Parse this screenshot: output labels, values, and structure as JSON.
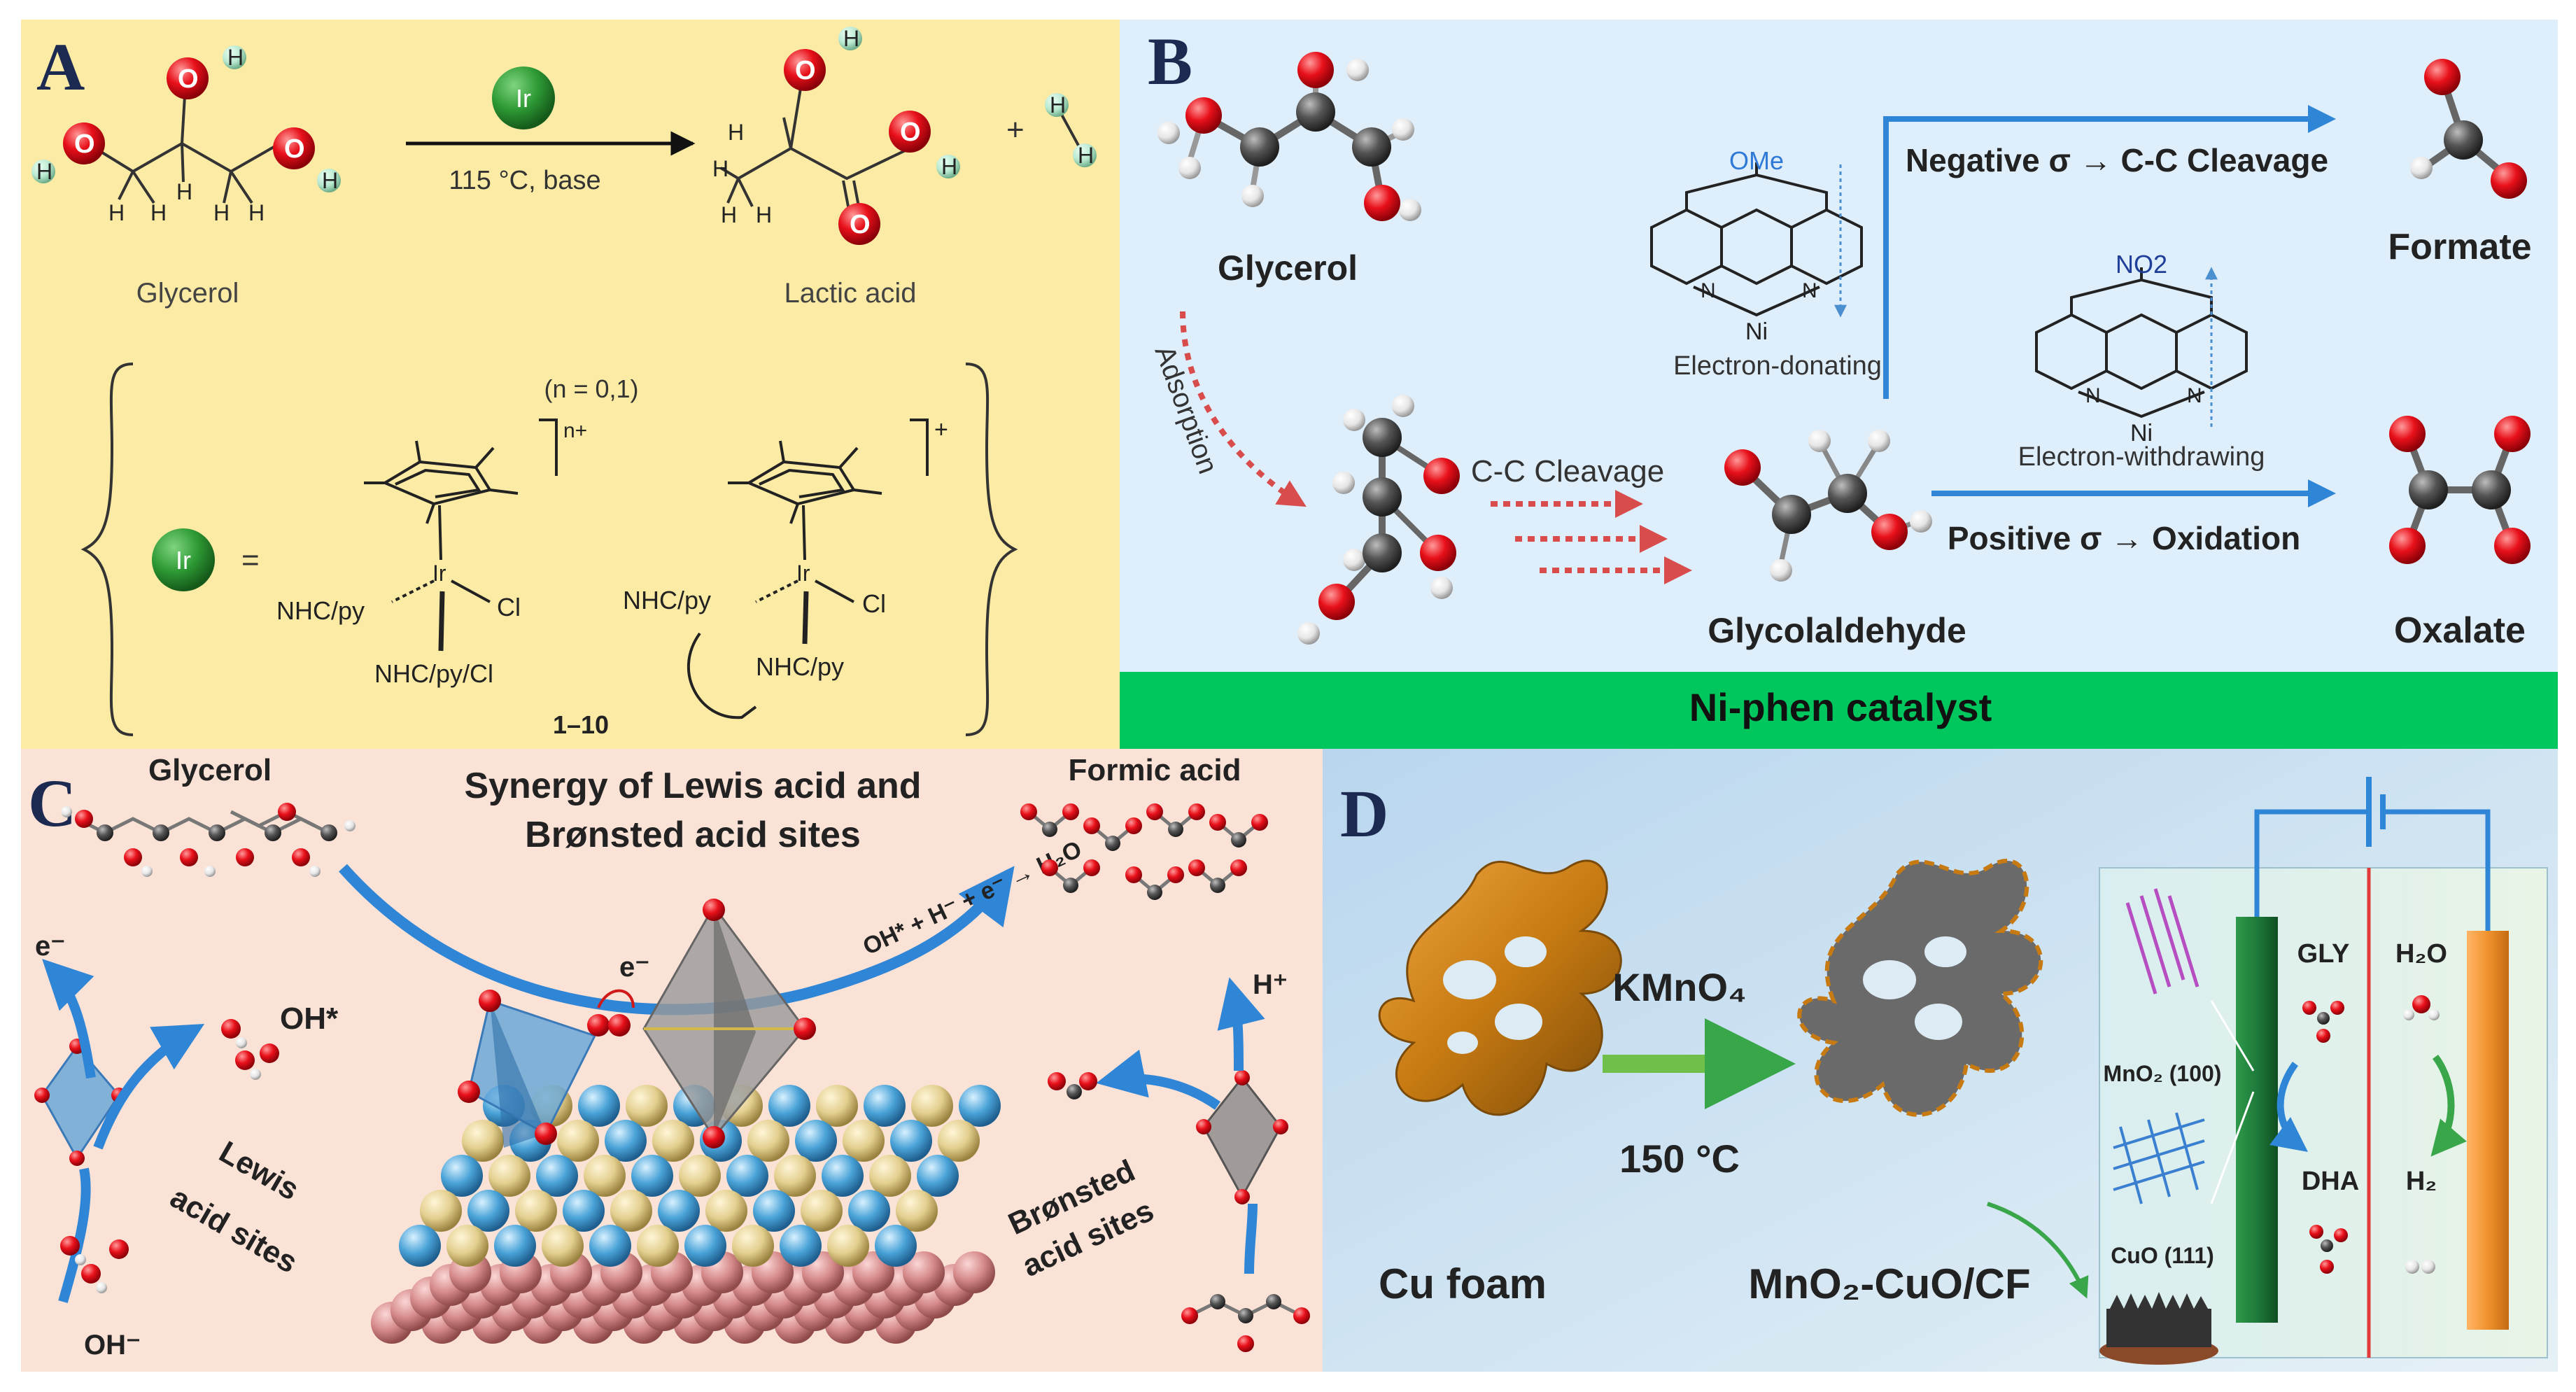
{
  "panelA": {
    "letter": "A",
    "catalyst": "Ir",
    "conditions": "115 °C, base",
    "plus": "+",
    "reactant": "Glycerol",
    "product": "Lactic acid",
    "n_note": "(n = 0,1)",
    "equals": "=",
    "charge1": "n+",
    "charge2": "+",
    "ligand_left": "NHC/py",
    "ligand_bottom": "NHC/py/Cl",
    "ligand2_left": "NHC/py",
    "ligand2_bottom": "NHC/py",
    "cl": "Cl",
    "ir": "Ir",
    "compounds": "1–10",
    "atoms": {
      "O": "O",
      "H": "H"
    }
  },
  "panelB": {
    "letter": "B",
    "glycerol": "Glycerol",
    "adsorption": "Adsorption",
    "cc_cleavage": "C-C Cleavage",
    "glycolaldehyde": "Glycolaldehyde",
    "ome": "OMe",
    "no2": "NO2",
    "ni": "Ni",
    "n": "N",
    "electron_donating": "Electron-donating",
    "electron_withdrawing": "Electron-withdrawing",
    "negative": "Negative σ → C-C Cleavage",
    "positive": "Positive σ → Oxidation",
    "formate": "Formate",
    "oxalate": "Oxalate",
    "bar": "Ni-phen catalyst"
  },
  "panelC": {
    "letter": "C",
    "glycerol": "Glycerol",
    "title_line1": "Synergy of Lewis acid and",
    "title_line2": "Brønsted acid sites",
    "formic": "Formic acid",
    "reaction": "OH* + H⁻ + e⁻ → H₂O",
    "e_minus": "e⁻",
    "e_top": "e⁻",
    "oh_star": "OH*",
    "lewis1": "Lewis",
    "lewis2": "acid sites",
    "oh_minus": "OH⁻",
    "bronsted1": "Brønsted",
    "bronsted2": "acid sites",
    "h_plus": "H⁺"
  },
  "panelD": {
    "letter": "D",
    "kmno4": "KMnO₄",
    "temp": "150 °C",
    "cu_foam": "Cu foam",
    "composite": "MnO₂-CuO/CF",
    "mno2": "MnO₂ (100)",
    "cuo": "CuO (111)",
    "gly": "GLY",
    "dha": "DHA",
    "h2o": "H₂O",
    "h2": "H₂"
  },
  "colors": {
    "panelA_bg": "#fbeba4",
    "panelB_bg": "#dfeefb",
    "panelB_bar": "#00c65e",
    "panelC_bg": "#fbe2d6",
    "panelD_bg": "#cfe3f2",
    "oxygen": "#e8101a",
    "carbon": "#4a4a4a",
    "hydrogen": "#f2f2f2",
    "ir_ball": "#2e9a35",
    "arrow_blue": "#2f86d6",
    "arrow_green": "#6fbf4a",
    "cu_orange": "#c77a12",
    "electrode_green": "#1e7a3a",
    "electrode_orange": "#f0922e"
  }
}
